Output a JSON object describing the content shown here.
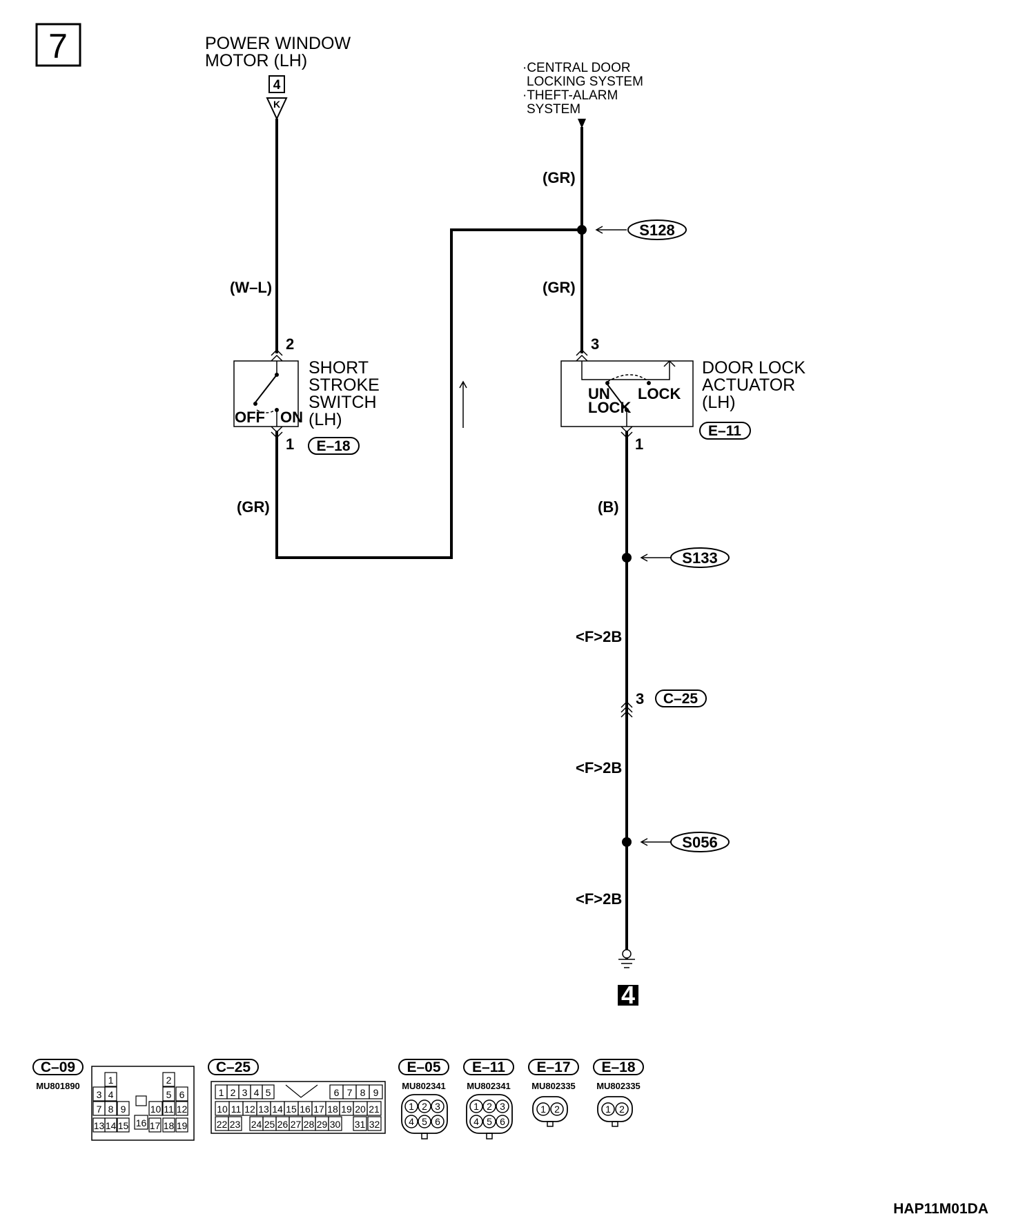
{
  "page_number": "7",
  "power_window_motor": {
    "line1": "POWER WINDOW",
    "line2": "MOTOR (LH)",
    "ref": "4",
    "terminal": "K"
  },
  "central_door": {
    "line1": "·CENTRAL DOOR",
    "line2": "LOCKING SYSTEM",
    "line3": "·THEFT-ALARM",
    "line4": "SYSTEM"
  },
  "wires": {
    "w_l": "(W–L)",
    "gr_top": "(GR)",
    "gr_mid": "(GR)",
    "gr_left": "(GR)",
    "b": "(B)",
    "f2b_1": "<F>2B",
    "f2b_2": "<F>2B",
    "f2b_3": "<F>2B"
  },
  "splices": {
    "s128": "S128",
    "s133": "S133",
    "s056": "S056"
  },
  "short_stroke_switch": {
    "line1": "SHORT",
    "line2": "STROKE",
    "line3": "SWITCH",
    "line4": "(LH)",
    "off": "OFF",
    "on": "ON",
    "pin_top": "2",
    "pin_bottom": "1",
    "connector": "E–18"
  },
  "door_lock_actuator": {
    "line1": "DOOR LOCK",
    "line2": "ACTUATOR",
    "line3": "(LH)",
    "unlock_1": "UN",
    "unlock_2": "LOCK",
    "lock": "LOCK",
    "pin_top": "3",
    "pin_bottom": "1",
    "connector": "E–11"
  },
  "junction_c25": {
    "pin": "3",
    "connector": "C–25"
  },
  "ground_ref": "4",
  "connectors": [
    {
      "name": "C–09",
      "part": "MU801890"
    },
    {
      "name": "C–25",
      "part": ""
    },
    {
      "name": "E–05",
      "part": "MU802341"
    },
    {
      "name": "E–11",
      "part": "MU802341"
    },
    {
      "name": "E–17",
      "part": "MU802335"
    },
    {
      "name": "E–18",
      "part": "MU802335"
    }
  ],
  "c09_cells": [
    "1",
    "2",
    "3",
    "4",
    "5",
    "6",
    "7",
    "8",
    "9",
    "10",
    "11",
    "12",
    "13",
    "14",
    "15",
    "16",
    "17",
    "18",
    "19"
  ],
  "c25_cells": [
    "1",
    "2",
    "3",
    "4",
    "5",
    "6",
    "7",
    "8",
    "9",
    "10",
    "11",
    "12",
    "13",
    "14",
    "15",
    "16",
    "17",
    "18",
    "19",
    "20",
    "21",
    "22",
    "23",
    "24",
    "25",
    "26",
    "27",
    "28",
    "29",
    "30",
    "31",
    "32"
  ],
  "six_pin_cells": [
    "1",
    "2",
    "3",
    "4",
    "5",
    "6"
  ],
  "two_pin_cells": [
    "1",
    "2"
  ],
  "footer_code": "HAP11M01DA"
}
